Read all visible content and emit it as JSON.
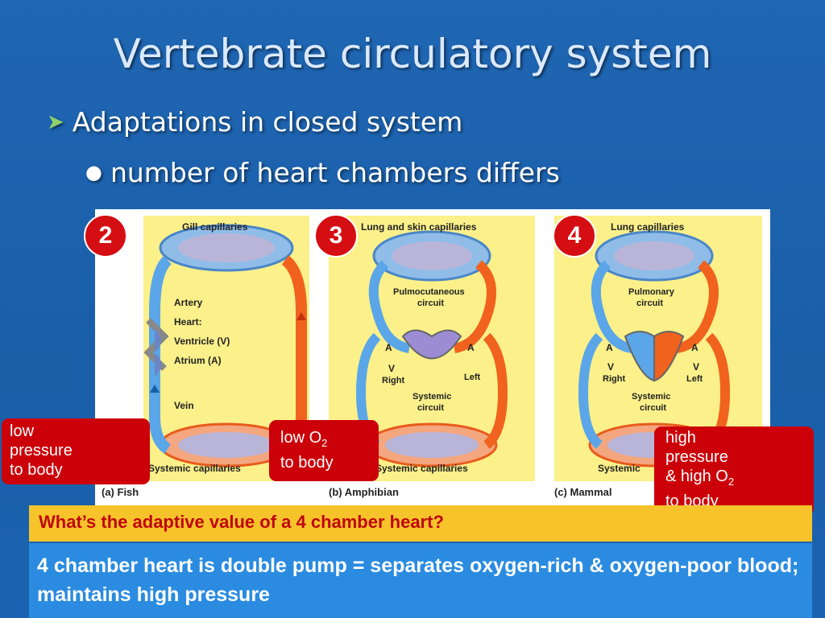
{
  "slide": {
    "title": "Vertebrate circulatory system",
    "bullet_level1": "Adaptations in closed system",
    "bullet_level2": "number of heart chambers differs"
  },
  "colors": {
    "background": "#1f66b3",
    "deoxygenated_blood": "#5aa6e8",
    "oxygenated_blood": "#f0621e",
    "panel_bg": "#fbf08a",
    "badge_red": "#d40e12",
    "question_bar": "#f6c32b",
    "answer_box": "#2a8be0"
  },
  "panels": [
    {
      "badge": "2",
      "caption": "(a) Fish",
      "top_label": "Gill capillaries",
      "bottom_label": "Systemic capillaries",
      "labels": [
        "Artery",
        "Heart:",
        "Ventricle (V)",
        "Atrium (A)",
        "Vein"
      ]
    },
    {
      "badge": "3",
      "caption": "(b) Amphibian",
      "top_label": "Lung and skin capillaries",
      "bottom_label": "Systemic capillaries",
      "circuit_top": [
        "Pulmocutaneous",
        "circuit"
      ],
      "circuit_bottom": [
        "Systemic",
        "circuit"
      ],
      "left_A": "A",
      "left_V": "V",
      "right_A": "A",
      "side_left": "Right",
      "side_right": "Left"
    },
    {
      "badge": "4",
      "caption": "(c) Mammal",
      "top_label": "Lung capillaries",
      "bottom_label": "Systemic",
      "circuit_top": [
        "Pulmonary",
        "circuit"
      ],
      "circuit_bottom": [
        "Systemic",
        "circuit"
      ],
      "left_A": "A",
      "left_V": "V",
      "right_A": "A",
      "right_V": "V",
      "side_left": "Right",
      "side_right": "Left"
    }
  ],
  "callouts": {
    "fish": [
      "low",
      "pressure",
      "to body"
    ],
    "amphibian": {
      "line1": "low O",
      "sub1": "2",
      "line2": "to body"
    },
    "mammal": {
      "line1": "high",
      "line2": "pressure",
      "line3": "& high O",
      "sub3": "2",
      "line4": "to body"
    }
  },
  "question": "What’s the adaptive value of a 4 chamber heart?",
  "answer": "4 chamber heart is double pump = separates oxygen-rich & oxygen-poor blood; maintains high pressure",
  "icons": {
    "bullet_arrow": "arrow-right-icon",
    "bullet_dot": "dot-icon"
  }
}
